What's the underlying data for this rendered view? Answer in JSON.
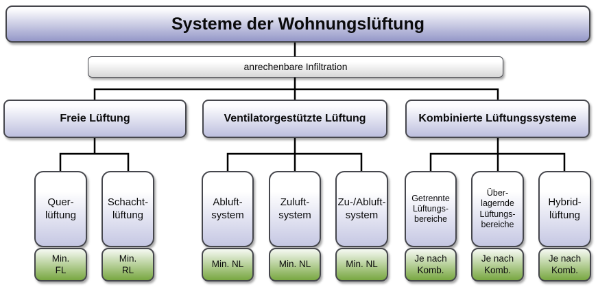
{
  "title": "Systeme der Wohnungslüftung",
  "infiltration_label": "anrechenbare Infiltration",
  "branches": {
    "freie": {
      "label": "Freie Lüftung"
    },
    "ventilator": {
      "label": "Ventilatorgestützte Lüftung"
    },
    "kombiniert": {
      "label": "Kombinierte Lüftungssysteme"
    }
  },
  "systems": {
    "quer": {
      "label": "Quer-\nlüftung",
      "badge": "Min.\nFL"
    },
    "schacht": {
      "label": "Schacht-\nlüftung",
      "badge": "Min.\nRL"
    },
    "abluft": {
      "label": "Abluft-\nsystem",
      "badge": "Min. NL"
    },
    "zuluft": {
      "label": "Zuluft-\nsystem",
      "badge": "Min. NL"
    },
    "zuabluft": {
      "label": "Zu-/Abluft-\nsystem",
      "badge": "Min. NL"
    },
    "getrennte": {
      "label": "Getrennte\nLüftungs-\nbereiche",
      "badge": "Je nach\nKomb."
    },
    "ueberlagernde": {
      "label": "Über-\nlagernde\nLüftungs-\nbereiche",
      "badge": "Je nach\nKomb."
    },
    "hybrid": {
      "label": "Hybrid-\nlüftung",
      "badge": "Je nach\nKomb."
    }
  },
  "colors": {
    "node_purple_dark": "#9497c8",
    "node_purple_light": "#c5c7e3",
    "branch_purple": "#bdbfde",
    "badge_green": "#78a741",
    "infiltration_gray": "#d7d7d7",
    "border": "#45464c",
    "connector_line": "#000000",
    "text": "#0b0b0c",
    "background": "#ffffff"
  }
}
